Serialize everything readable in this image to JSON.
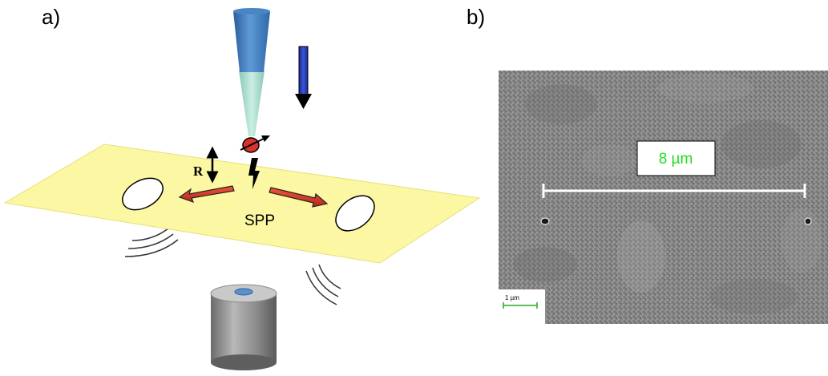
{
  "panel_a": {
    "label": "a)",
    "surface_wave_label": "SPP",
    "distance_label": "R",
    "colors": {
      "film": "#fbf7a3",
      "tip_blue": "#3a7cc0",
      "beam": "#9fd4c8",
      "arrow_blue": "#1a2fa8",
      "dipole": "#d8322a",
      "detector": "#9a9a9a"
    }
  },
  "panel_b": {
    "label": "b)",
    "scale_bar_label": "8 µm",
    "small_scale_label": "1 µm",
    "colors": {
      "sem_background": "#8a8a8a",
      "scale_text": "#22dd22"
    }
  }
}
